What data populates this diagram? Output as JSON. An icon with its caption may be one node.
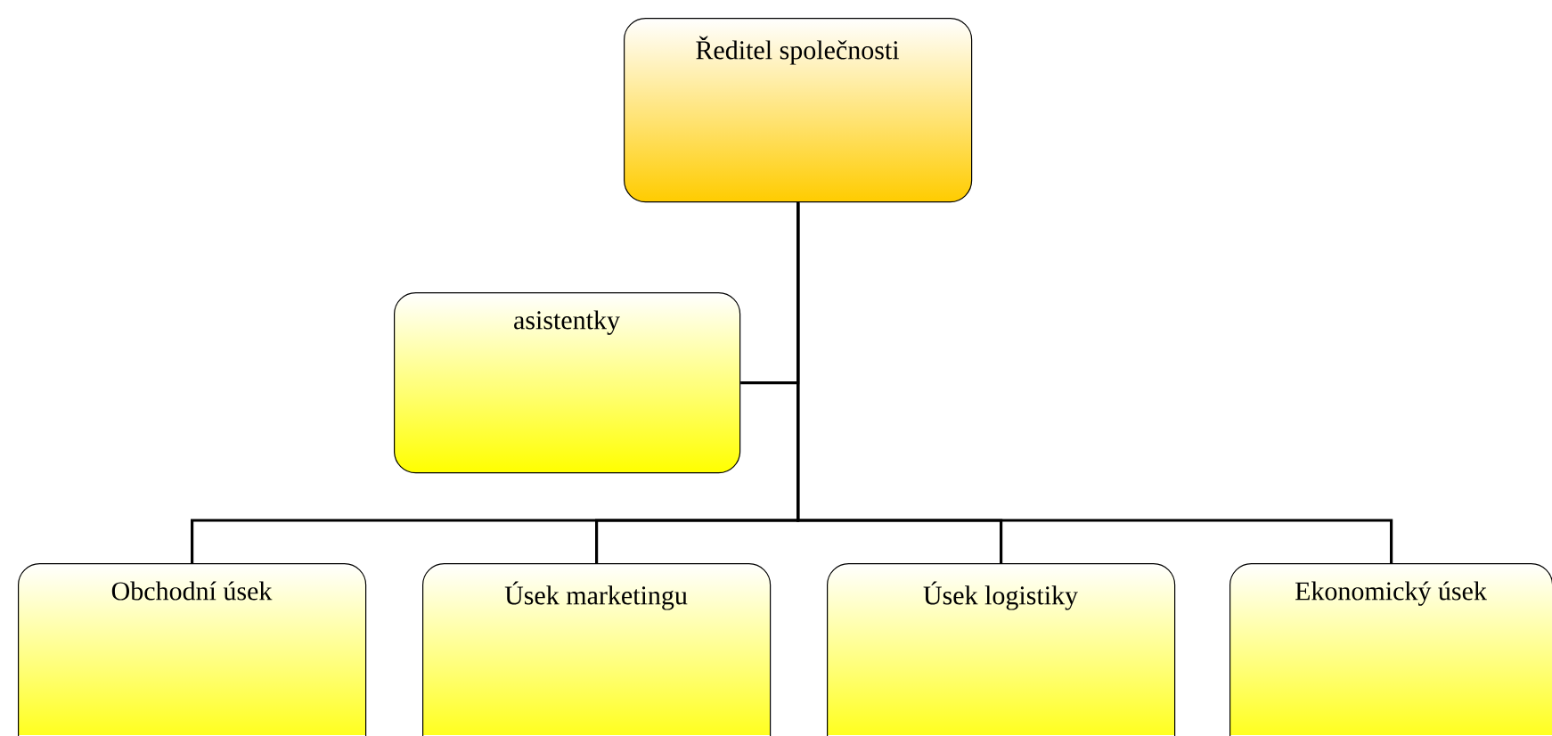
{
  "diagram": {
    "nodes": [
      {
        "text": [
          "Ředitel společnosti"
        ]
      },
      {
        "text": [
          "asistentky"
        ]
      },
      {
        "text": [
          "Obchodní úsek"
        ]
      },
      {
        "text": [
          "Úsek marketingu"
        ]
      },
      {
        "text": [
          "Úsek logistiky"
        ]
      },
      {
        "text": [
          "Ekonomický úsek"
        ]
      }
    ],
    "edges": [
      {
        "from": 0,
        "to": 1,
        "arrow": "none"
      },
      {
        "from": 0,
        "to": 2,
        "arrow": "none"
      },
      {
        "from": 0,
        "to": 3,
        "arrow": "none"
      },
      {
        "from": 0,
        "to": 4,
        "arrow": "none"
      },
      {
        "from": 0,
        "to": 5,
        "arrow": "none"
      }
    ]
  }
}
